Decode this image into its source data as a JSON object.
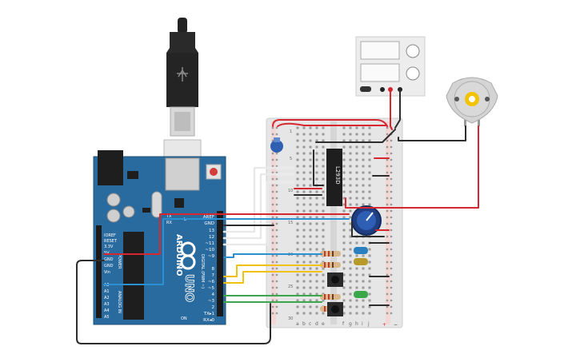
{
  "arduino": {
    "brand": "ARDUINO",
    "model": "UNO",
    "aref": "AREF",
    "gnd": "GND",
    "pin13": "13",
    "pin12": "12",
    "pin11": "~11",
    "pin10": "~10",
    "pin9": "~9",
    "pin8": "8",
    "pin7": "7",
    "pin6": "~6",
    "pin5": "~5",
    "pin4": "4",
    "pin3": "~3",
    "pin2": "2",
    "tx": "TX▸1",
    "rx": "RX◂0",
    "digital": "DIGITAL (PWM ~)",
    "power": "POWER",
    "analog": "ANALOG IN",
    "ioref": "IOREF",
    "reset": "RESET",
    "v33": "3.3V",
    "v5": "5V",
    "gnd1": "GND",
    "gnd2": "GND",
    "vin": "Vin",
    "a0": "A0",
    "a1": "A1",
    "a2": "A2",
    "a3": "A3",
    "a4": "A4",
    "a5": "A5",
    "on": "ON",
    "tx_led": "TX",
    "rx_led": "RX",
    "l_led": "L"
  },
  "breadboard": {
    "cols": [
      "a",
      "b",
      "c",
      "d",
      "e",
      "f",
      "g",
      "h",
      "i",
      "j"
    ],
    "rows": [
      "1",
      "5",
      "10",
      "15",
      "20",
      "25",
      "30"
    ],
    "plus": "+",
    "minus": "−"
  },
  "chip": {
    "label": "L293D"
  },
  "colors": {
    "board": "#2a6b9f",
    "breadboard": "#e8e8e8",
    "wire_red": "#d7262d",
    "wire_black": "#2d2d2d",
    "wire_blue": "#2b8fd3",
    "wire_yellow": "#f0c20b",
    "wire_green": "#3aa84a",
    "wire_white": "#f4f4f4"
  }
}
